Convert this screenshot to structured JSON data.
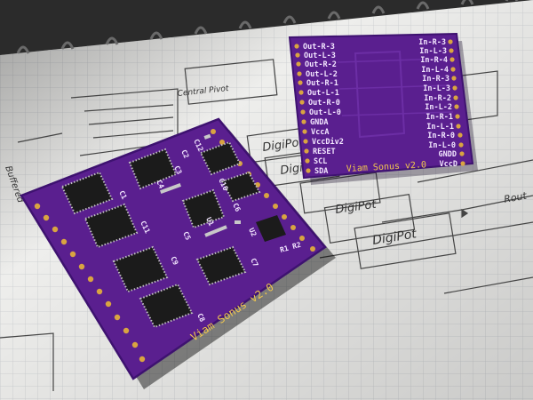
{
  "photo": {
    "background_colors": {
      "paper": "#eeeeec",
      "grid": "#c9ccd0",
      "pencil": "#3d3d3d",
      "pcb": "#5a1f8f",
      "pcb_dark": "#3e1270",
      "gold": "#d9a441",
      "chip": "#1b1b1b",
      "silk": "#f3e6ff"
    },
    "sketch_labels": [
      "DigiPot",
      "DigiPot",
      "DigiPot",
      "DigiPot",
      "Central Pivot",
      "Buffered",
      "Rout"
    ],
    "front_board": {
      "title": "Viam Sonus v2.0",
      "component_labels": [
        "C1",
        "C2",
        "C3",
        "C4",
        "C5",
        "C6",
        "C7",
        "C8",
        "C9",
        "C10",
        "C11",
        "C12",
        "U1",
        "U2",
        "R1",
        "R2"
      ]
    },
    "back_board": {
      "title": "Viam Sonus v2.0",
      "left_pins": [
        "Out-R-3",
        "Out-L-3",
        "Out-R-2",
        "Out-L-2",
        "Out-R-1",
        "Out-L-1",
        "Out-R-0",
        "Out-L-0",
        "GNDA",
        "VccA",
        "VccDiv2",
        "RESET",
        "SCL",
        "SDA"
      ],
      "right_pins": [
        "In-R-3",
        "In-L-3",
        "In-R-4",
        "In-L-4",
        "In-R-3",
        "In-L-3",
        "In-R-2",
        "In-L-2",
        "In-R-1",
        "In-L-1",
        "In-R-0",
        "In-L-0",
        "GNDD",
        "VccD"
      ]
    }
  }
}
